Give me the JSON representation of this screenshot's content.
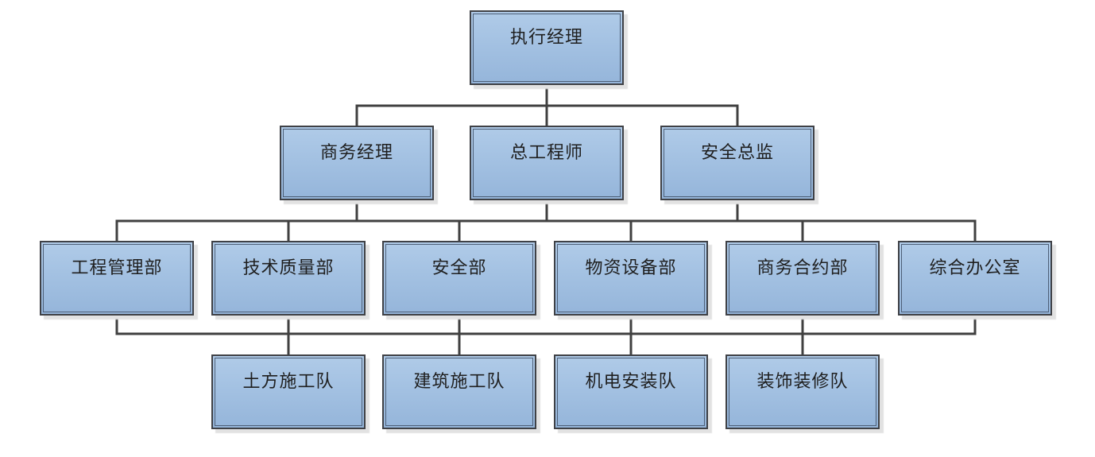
{
  "org_chart": {
    "type": "org-hierarchy-diagram",
    "root": {
      "label": "执行经理"
    },
    "level2": [
      {
        "label": "商务经理"
      },
      {
        "label": "总工程师"
      },
      {
        "label": "安全总监"
      }
    ],
    "level3": [
      {
        "label": "工程管理部"
      },
      {
        "label": "技术质量部"
      },
      {
        "label": "安全部"
      },
      {
        "label": "物资设备部"
      },
      {
        "label": "商务合约部"
      },
      {
        "label": "综合办公室"
      }
    ],
    "level4": [
      {
        "label": "土方施工队"
      },
      {
        "label": "建筑施工队"
      },
      {
        "label": "机电安装队"
      },
      {
        "label": "装饰装修队"
      }
    ],
    "connections": {
      "bus1": "执行经理 connects down to a shared horizontal bus feeding 商务经理, 总工程师, 安全总监",
      "bus2": "all three level-2 boxes connect down to one shared horizontal bus feeding all six level-3 departments",
      "bus3": "all six level-3 departments connect down to one shared horizontal bus feeding all four level-4 construction teams"
    }
  },
  "colors": {
    "node_fill_top": "#b0cbe8",
    "node_fill_bottom": "#95b5da",
    "node_outer_border": "#3f4146",
    "node_inner_border": "#4d5f77",
    "connector_line": "#404040",
    "node_shadow": "#e2e2e2",
    "text": "#1f1f1f",
    "background": "#ffffff"
  }
}
